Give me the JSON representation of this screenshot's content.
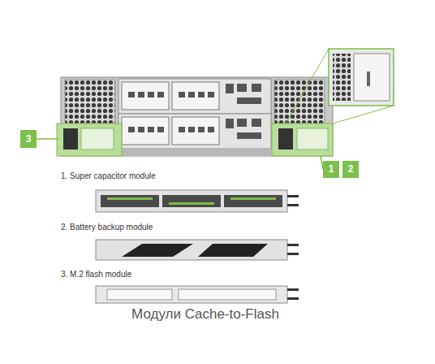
{
  "diagram": {
    "caption": "Модули Cache-to-Flash",
    "labels": [
      "3",
      "1",
      "2",
      "1. Super capacitor module",
      "2. Battery backup module",
      "3. M.2 flash module"
    ]
  }
}
